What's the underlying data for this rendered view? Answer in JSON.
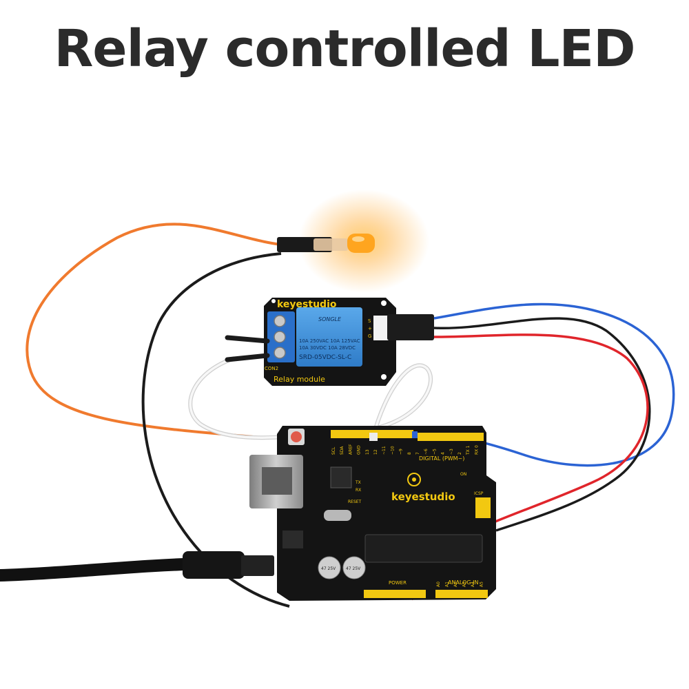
{
  "title": "Relay controlled LED",
  "relay_module": {
    "brand": "keyestudio",
    "label": "Relay module",
    "relay_brand": "SONGLE",
    "relay_ratings": [
      "10A 250VAC  10A 125VAC",
      "10A 30VDC   10A 28VDC"
    ],
    "relay_model": "SRD-05VDC-SL-C",
    "pins": [
      "S",
      "+",
      "G"
    ],
    "connector": "CON2"
  },
  "board": {
    "brand": "keyestudio",
    "digital_label": "DIGITAL (PWM~)",
    "analog_label": "ANALOG IN",
    "power_label": "POWER",
    "reset_label": "RESET",
    "icsp_label": "ICSP",
    "on_label": "ON",
    "tx_label": "TX",
    "rx_label": "RX",
    "digital_pins": [
      "SCL",
      "SDA",
      "AREF",
      "GND",
      "13",
      "12",
      "~11",
      "~10",
      "~9",
      "8",
      "7",
      "~6",
      "~5",
      "4",
      "~3",
      "2",
      "TX 1",
      "RX 0"
    ],
    "analog_pins": [
      "A0",
      "A1",
      "A2",
      "A3",
      "A4",
      "A5"
    ],
    "cap_labels": [
      "47 25V",
      "47 25V"
    ]
  },
  "colors": {
    "board": "#141414",
    "header": "#f2c811",
    "relay_body": "#3d8fd6",
    "terminal": "#2a6fc9",
    "wire_orange": "#f07a2e",
    "wire_black": "#1b1b1b",
    "wire_blue": "#2b63d4",
    "wire_red": "#e0252b",
    "wire_white": "#f4f4f4",
    "led_glow": "#ffb347"
  }
}
